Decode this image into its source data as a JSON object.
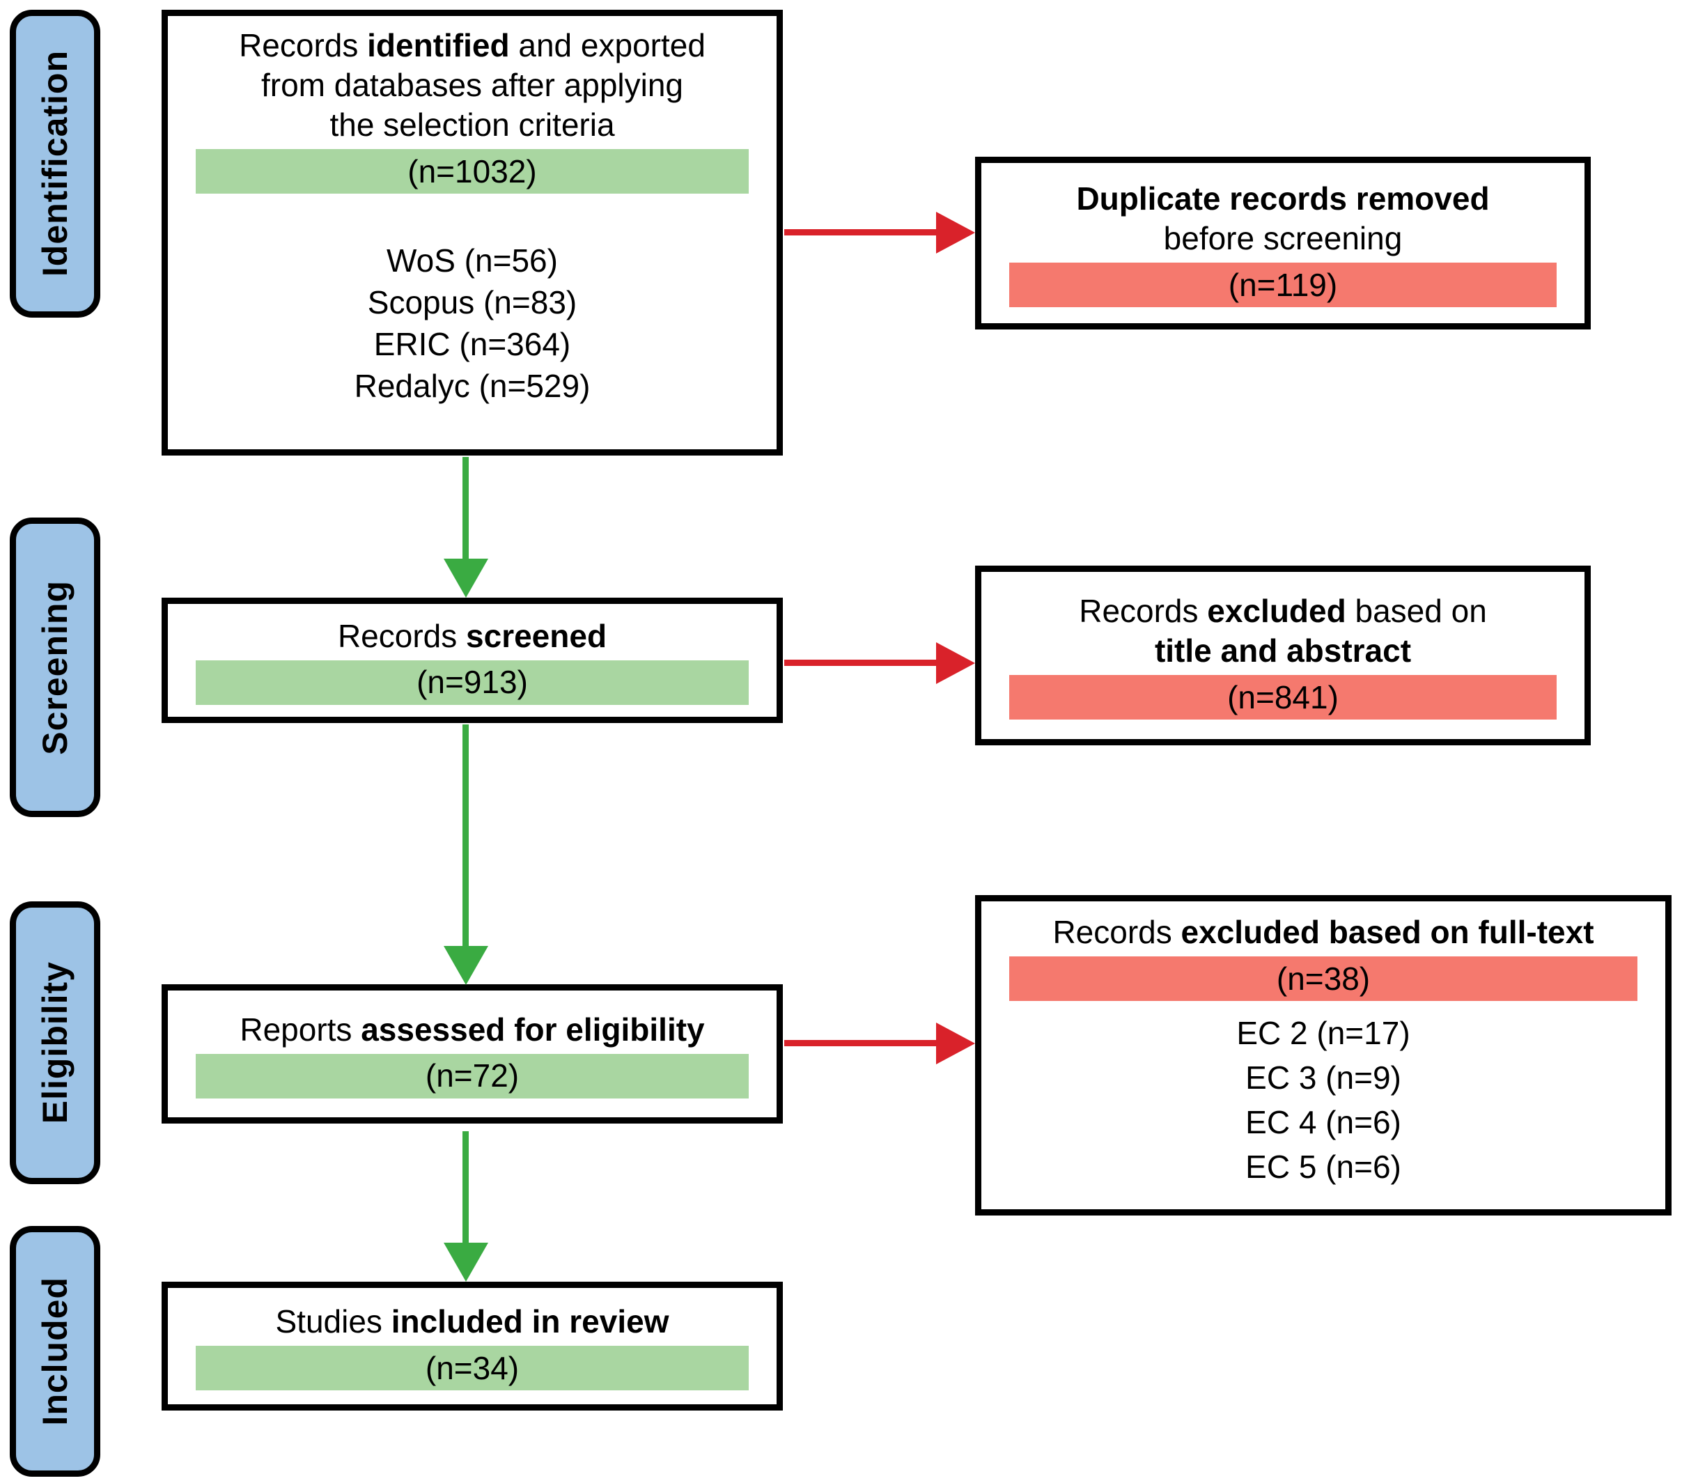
{
  "colors": {
    "stage_fill": "#9dc3e6",
    "green_bar": "#a9d6a1",
    "red_bar": "#f5796e",
    "green_arrow": "#3aab42",
    "red_arrow": "#d9222a"
  },
  "stages": [
    {
      "label": "Identification"
    },
    {
      "label": "Screening"
    },
    {
      "label": "Eligibility"
    },
    {
      "label": "Included"
    }
  ],
  "main_flow": [
    {
      "title_lines": [
        [
          {
            "t": "Records "
          },
          {
            "t": "identified",
            "b": true
          },
          {
            "t": " and exported"
          }
        ],
        [
          {
            "t": "from databases after applying"
          }
        ],
        [
          {
            "t": "the selection criteria"
          }
        ]
      ],
      "count": "(n=1032)",
      "sources": [
        "WoS (n=56)",
        "Scopus (n=83)",
        "ERIC (n=364)",
        "Redalyc (n=529)"
      ]
    },
    {
      "title_lines": [
        [
          {
            "t": "Records "
          },
          {
            "t": "screened",
            "b": true
          }
        ]
      ],
      "count": "(n=913)"
    },
    {
      "title_lines": [
        [
          {
            "t": "Reports "
          },
          {
            "t": "assessed for eligibility",
            "b": true
          }
        ]
      ],
      "count": "(n=72)"
    },
    {
      "title_lines": [
        [
          {
            "t": "Studies "
          },
          {
            "t": "included in review",
            "b": true
          }
        ]
      ],
      "count": "(n=34)"
    }
  ],
  "exclusion_boxes": [
    {
      "title_lines": [
        [
          {
            "t": "Duplicate records removed",
            "b": true
          }
        ],
        [
          {
            "t": "before screening"
          }
        ]
      ],
      "count": "(n=119)"
    },
    {
      "title_lines": [
        [
          {
            "t": "Records "
          },
          {
            "t": "excluded",
            "b": true
          },
          {
            "t": " based on"
          }
        ],
        [
          {
            "t": "title and abstract",
            "b": true
          }
        ]
      ],
      "count": "(n=841)"
    },
    {
      "title_lines": [
        [
          {
            "t": "Records "
          },
          {
            "t": "excluded based on full-text",
            "b": true
          }
        ]
      ],
      "count": "(n=38)",
      "criteria": [
        "EC 2 (n=17)",
        "EC 3 (n=9)",
        "EC 4 (n=6)",
        "EC 5 (n=6)"
      ]
    }
  ]
}
